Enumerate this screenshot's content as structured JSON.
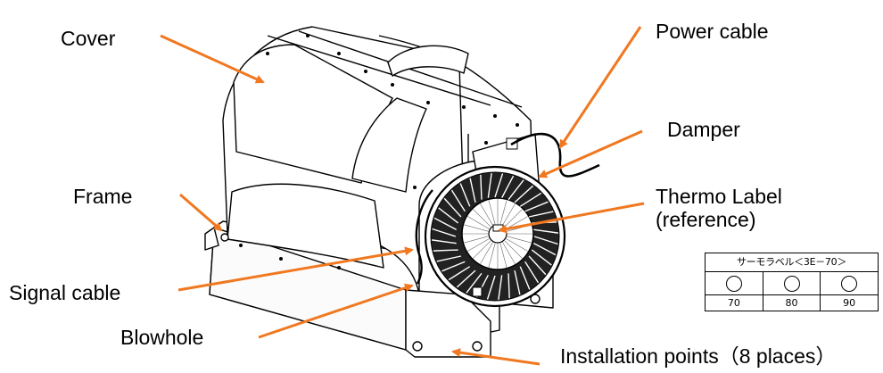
{
  "labels": {
    "cover": "Cover",
    "frame": "Frame",
    "signal_cable": "Signal cable",
    "blowhole": "Blowhole",
    "power_cable": "Power cable",
    "damper": "Damper",
    "thermo_label_line1": "Thermo Label",
    "thermo_label_line2": "(reference)",
    "installation_points": "Installation points（8 places）"
  },
  "thermo_table": {
    "title": "サーモラベル＜3E－70＞",
    "values": [
      "70",
      "80",
      "90"
    ]
  },
  "colors": {
    "arrow": "#f07820",
    "line": "#000000"
  }
}
